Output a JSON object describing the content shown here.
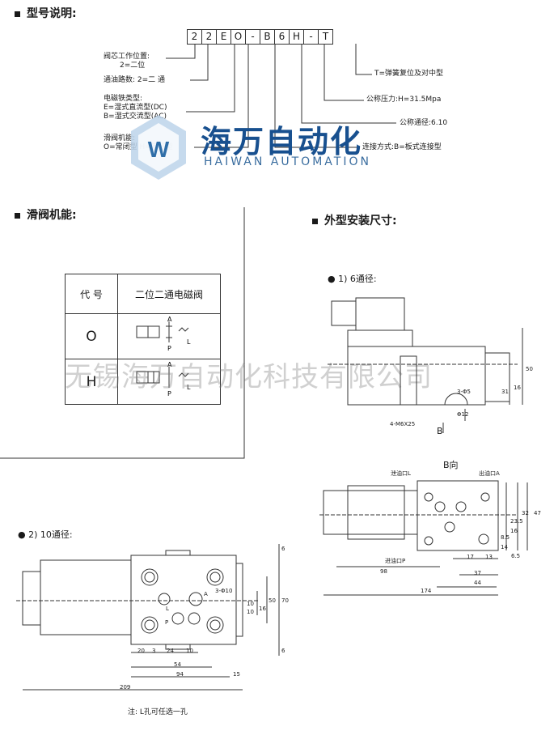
{
  "sections": {
    "model": "型号说明:",
    "function": "滑阀机能:",
    "dimensions": "外型安装尺寸:"
  },
  "code_chars": [
    "2",
    "2",
    "E",
    "O",
    "-",
    "B",
    "6",
    "H",
    "-",
    "T"
  ],
  "model_labels": {
    "spool_position": "阀芯工作位置:",
    "spool_position_value": "2=二位",
    "ports": "通油路数: 2=二 通",
    "solenoid_type": "电磁铁类型:",
    "solenoid_dc": "E=湿式直流型(DC)",
    "solenoid_ac": "B=湿式交流型(AC)",
    "slide_function": "滑阀机能:",
    "slide_function_values": "O=常闭型  H=常开型",
    "spring": "T=弹簧复位及对中型",
    "pressure": "公称压力:H=31.5Mpa",
    "diameter": "公称通径:6.10",
    "connection": "连接方式:B=板式连接型"
  },
  "watermark": {
    "brand_cn": "海万自动化",
    "brand_en": "HAIWAN AUTOMATION",
    "company": "无锡海万自动化科技有限公司"
  },
  "function_table": {
    "headers": [
      "代 号",
      "二位二通电磁阀"
    ],
    "rows": [
      {
        "code": "O",
        "port_a": "A",
        "port_p": "P",
        "port_l": "L"
      },
      {
        "code": "H",
        "port_a": "A",
        "port_p": "P",
        "port_l": "L"
      }
    ]
  },
  "dim6": {
    "title": "● 1) 6通径:",
    "bolt": "4-M6X25",
    "hole1": "3-Φ5",
    "hole2": "Φ12",
    "b_dir": "B",
    "b_view": "B向",
    "port_l": "泄油口L",
    "port_a": "出油口A",
    "port_p": "进油口P",
    "d50": "50",
    "d16": "16",
    "d31": "31",
    "d47": "47",
    "d32": "32",
    "d235": "23.5",
    "d16b": "16",
    "d85": "8.5",
    "d14": "14",
    "d65": "6.5",
    "d17": "17",
    "d13": "13",
    "d37": "37",
    "d44": "44",
    "d98": "98",
    "d174": "174"
  },
  "dim10": {
    "title": "● 2) 10通径:",
    "hole": "3-Φ10",
    "port_a": "A",
    "port_l": "L",
    "port_p": "P",
    "d6a": "6",
    "d6b": "6",
    "d70": "70",
    "d50": "50",
    "d16": "16",
    "d10a": "10",
    "d10b": "10",
    "d20": "20",
    "d3": "3",
    "d24": "24",
    "d10c": "10",
    "d54": "54",
    "d94": "94",
    "d15": "15",
    "d209": "209"
  },
  "note": "注: L孔可任选一孔"
}
